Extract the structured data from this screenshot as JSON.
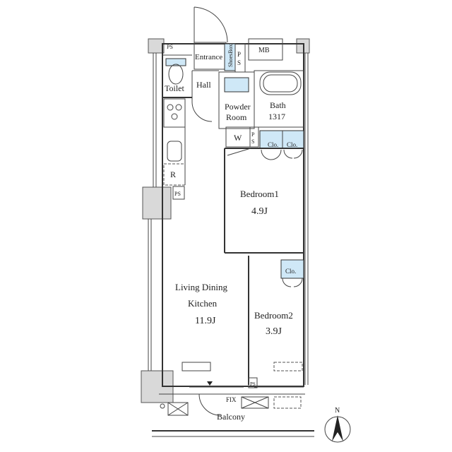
{
  "rooms": {
    "entrance": "Entrance",
    "shoes_box": "ShoesBox",
    "hall": "Hall",
    "toilet": "Toilet",
    "powder_room_line1": "Powder",
    "powder_room_line2": "Room",
    "bath_line1": "Bath",
    "bath_line2": "1317",
    "bedroom1_name": "Bedroom1",
    "bedroom1_size": "4.9J",
    "bedroom2_name": "Bedroom2",
    "bedroom2_size": "3.9J",
    "ldk_line1": "Living Dining",
    "ldk_line2": "Kitchen",
    "ldk_size": "11.9J",
    "balcony": "Balcony"
  },
  "fixtures": {
    "ps": "PS",
    "ps_vertical_1": "P",
    "ps_vertical_2": "S",
    "mb": "MB",
    "washer": "W",
    "closet": "Clo.",
    "refrigerator": "R",
    "fix": "FIX"
  },
  "compass": {
    "north": "N"
  },
  "colors": {
    "wall": "#333333",
    "storage_fill": "#cfe8f7",
    "column_fill": "#d9d9d9"
  }
}
